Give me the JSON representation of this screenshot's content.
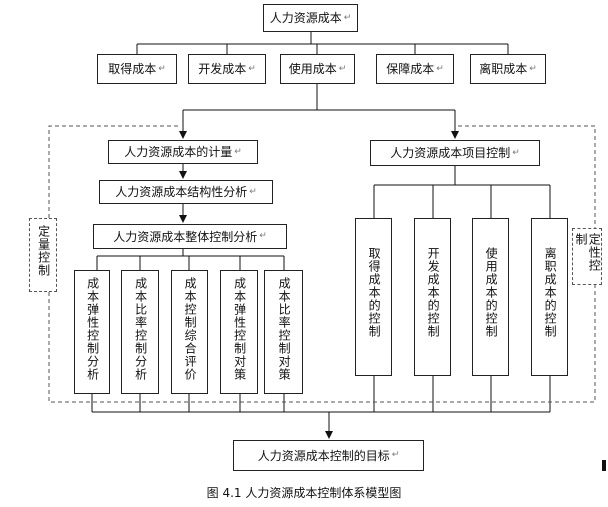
{
  "diagram": {
    "mark": "↵",
    "root": "人力资源成本",
    "categories": [
      "取得成本",
      "开发成本",
      "使用成本",
      "保障成本",
      "离职成本"
    ],
    "left": {
      "measure": "人力资源成本的计量",
      "structure": "人力资源成本结构性分析",
      "overall": "人力资源成本整体控制分析",
      "analyses": [
        "成本弹性控制分析",
        "成本比率控制分析",
        "成本控制综合评价",
        "成本弹性控制对策",
        "成本比率控制对策"
      ],
      "side_label": "定量控制"
    },
    "right": {
      "project": "人力资源成本项目控制",
      "items": [
        "取得成本的控制",
        "开发成本的控制",
        "使用成本的控制",
        "离职成本的控制"
      ],
      "side_label": "定性控制"
    },
    "goal": "人力资源成本控制的目标",
    "caption": "图 4.1 人力资源成本控制体系模型图"
  }
}
